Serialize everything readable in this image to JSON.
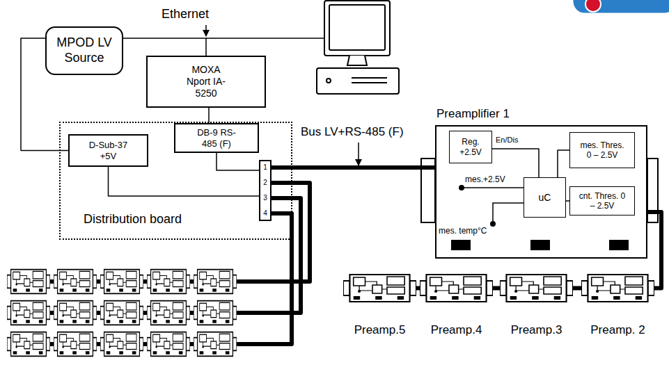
{
  "diagram": {
    "nodes": [
      {
        "text": [
          "MPOD LV Source"
        ]
      },
      {
        "text": [
          "MOXA Nport IA-5250"
        ]
      },
      {
        "text": [
          "Distribution board"
        ]
      },
      {
        "text": [
          "D-Sub-37 +5V"
        ],
        "in": 2
      },
      {
        "text": [
          "DB-9 RS-485 (F)"
        ],
        "in": 2
      },
      {
        "text": [
          "1",
          "2",
          "3",
          "4"
        ],
        "in": 2
      },
      {
        "text": [
          "Preamplifier 1"
        ]
      },
      {
        "text": [
          "Reg. +2.5V"
        ],
        "in": 6
      },
      {
        "text": [
          "mes. Thres. 0 – 2.5V"
        ],
        "in": 6
      },
      {
        "text": [
          "uC"
        ],
        "in": 6
      },
      {
        "text": [
          "cnt. Thres. 0 – 2.5V"
        ],
        "in": 6
      },
      {
        "text": [
          "Preamp.5"
        ]
      },
      {
        "text": [
          "Preamp.4"
        ]
      },
      {
        "text": [
          "Preamp.3"
        ]
      },
      {
        "text": [
          "Preamp. 2"
        ]
      }
    ],
    "edges": [
      {
        "from": 0,
        "to": 1,
        "arrow": "none"
      },
      {
        "from": 0,
        "to": 3,
        "arrow": "none"
      },
      {
        "from": 1,
        "to": 4,
        "arrow": "none"
      },
      {
        "from": 4,
        "to": 5,
        "arrow": "none"
      },
      {
        "from": 3,
        "to": 5,
        "arrow": "none"
      },
      {
        "from": 5,
        "to": 6,
        "arrow": "none"
      },
      {
        "from": 6,
        "to": 14,
        "arrow": "none"
      },
      {
        "from": 14,
        "to": 13,
        "arrow": "none"
      },
      {
        "from": 13,
        "to": 12,
        "arrow": "none"
      },
      {
        "from": 12,
        "to": 11,
        "arrow": "none"
      },
      {
        "from": 7,
        "to": 9,
        "arrow": "none"
      },
      {
        "from": 9,
        "to": 8,
        "arrow": "none"
      },
      {
        "from": 9,
        "to": 10,
        "arrow": "none"
      }
    ],
    "labels": [
      "Ethernet",
      "Bus LV+RS-485 (F)",
      "En/Dis",
      "mes.+2.5V",
      "mes. temp°C"
    ]
  }
}
